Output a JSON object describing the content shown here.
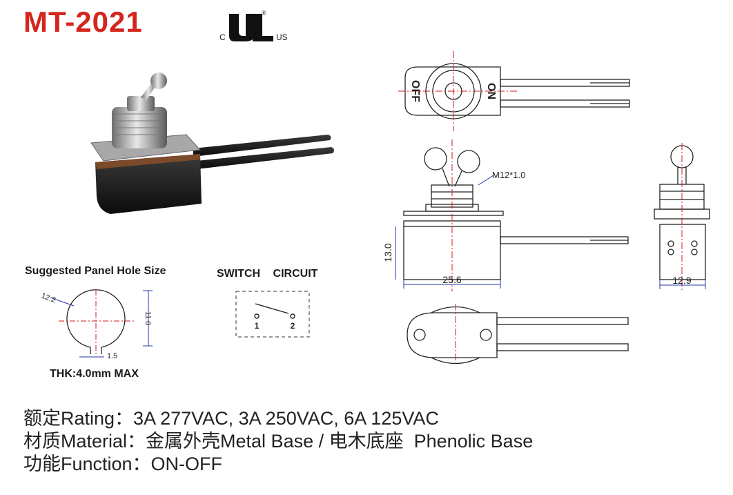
{
  "header": {
    "title": "MT-2021",
    "cert": {
      "c": "C",
      "us": "US",
      "reg": "®"
    }
  },
  "panel_hole": {
    "title": "Suggested Panel Hole Size",
    "dia": "12.2",
    "height": "11.0",
    "notch": "1.5",
    "thk": "THK:4.0mm MAX"
  },
  "switch_circuit": {
    "title": "SWITCH CIRCUIT",
    "terminal_1": "1",
    "terminal_2": "2"
  },
  "drawing": {
    "off": "OFF",
    "on": "ON",
    "thread": "M12*1.0",
    "height": "13.0",
    "width": "25.6",
    "side_width": "12.9"
  },
  "specs": {
    "rating": "额定Rating：3A 277VAC, 3A 250VAC, 6A 125VAC",
    "material": "材质Material：金属外壳Metal Base / 电木底座  Phenolic Base",
    "function": "功能Function：ON-OFF"
  },
  "colors": {
    "title": "#d3261f",
    "centerline": "#d11b1b",
    "dimension": "#2233aa"
  }
}
